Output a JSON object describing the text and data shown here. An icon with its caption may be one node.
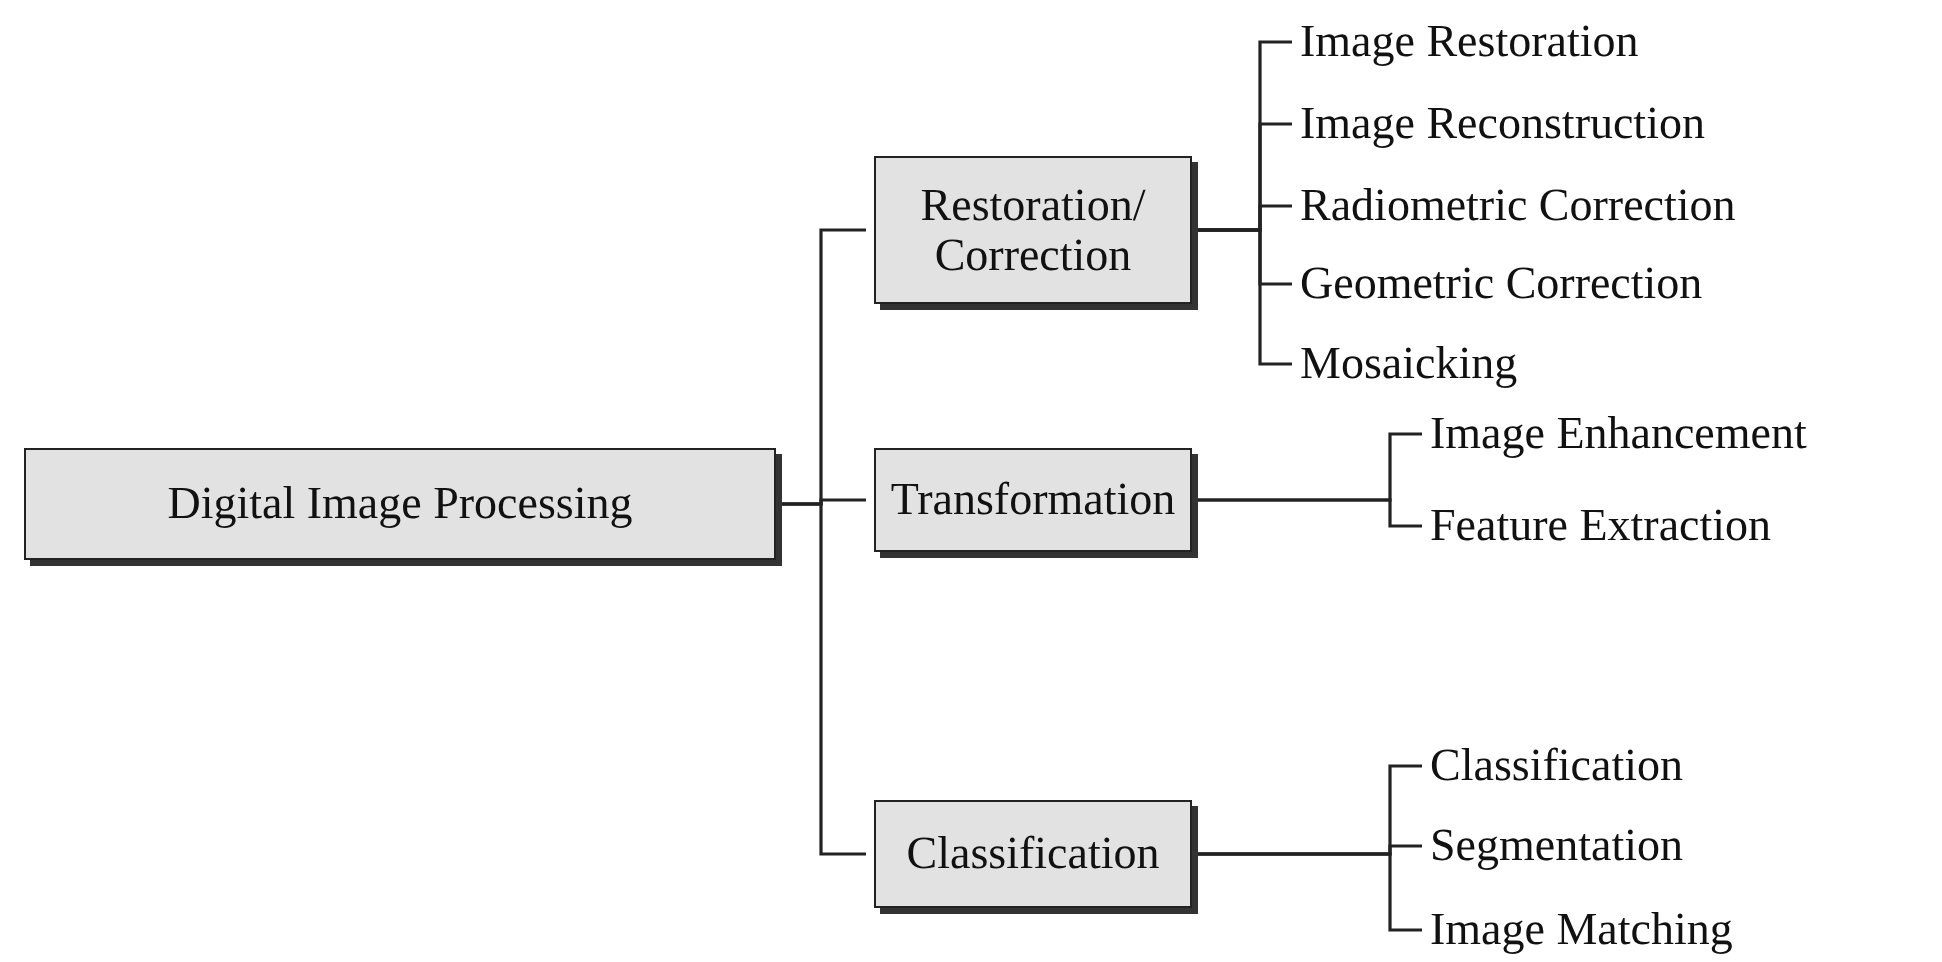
{
  "diagram": {
    "nodes": [
      {
        "text": [
          "Digital Image Processing"
        ]
      },
      {
        "text": [
          "Restoration/ Correction"
        ]
      },
      {
        "text": [
          "Transformation"
        ]
      },
      {
        "text": [
          "Classification"
        ]
      },
      {
        "text": [
          "Image Restoration"
        ]
      },
      {
        "text": [
          "Image Reconstruction"
        ]
      },
      {
        "text": [
          "Radiometric Correction"
        ]
      },
      {
        "text": [
          "Geometric Correction"
        ]
      },
      {
        "text": [
          "Mosaicking"
        ]
      },
      {
        "text": [
          "Image Enhancement"
        ]
      },
      {
        "text": [
          "Feature Extraction"
        ]
      },
      {
        "text": [
          "Classification"
        ]
      },
      {
        "text": [
          "Segmentation"
        ]
      },
      {
        "text": [
          "Image Matching"
        ]
      }
    ],
    "edges": [
      {
        "from": 0,
        "to": 1,
        "arrow": "none"
      },
      {
        "from": 0,
        "to": 2,
        "arrow": "none"
      },
      {
        "from": 0,
        "to": 3,
        "arrow": "none"
      },
      {
        "from": 1,
        "to": 4,
        "arrow": "none"
      },
      {
        "from": 1,
        "to": 5,
        "arrow": "none"
      },
      {
        "from": 1,
        "to": 6,
        "arrow": "none"
      },
      {
        "from": 1,
        "to": 7,
        "arrow": "none"
      },
      {
        "from": 1,
        "to": 8,
        "arrow": "none"
      },
      {
        "from": 2,
        "to": 9,
        "arrow": "none"
      },
      {
        "from": 2,
        "to": 10,
        "arrow": "none"
      },
      {
        "from": 3,
        "to": 11,
        "arrow": "none"
      },
      {
        "from": 3,
        "to": 12,
        "arrow": "none"
      },
      {
        "from": 3,
        "to": 13,
        "arrow": "none"
      }
    ]
  }
}
